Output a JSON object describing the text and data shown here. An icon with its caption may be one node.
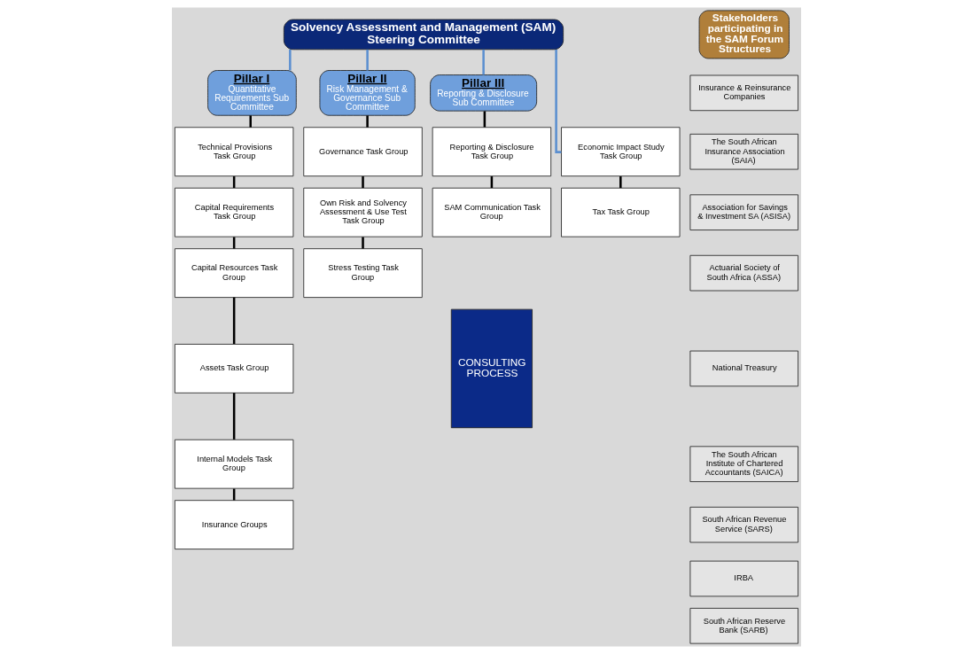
{
  "diagram": {
    "nodes": [
      {
        "text": [
          "Solvency Assessment and Management (SAM) Steering Committee"
        ]
      },
      {
        "text": [
          "Pillar I",
          "Quantitative Requirements Sub Committee"
        ]
      },
      {
        "text": [
          "Pillar II",
          "Risk Management & Governance Sub Committee"
        ]
      },
      {
        "text": [
          "Pillar III",
          "Reporting & Disclosure Sub Committee"
        ]
      },
      {
        "text": [
          "Technical Provisions Task Group"
        ]
      },
      {
        "text": [
          "Capital Requirements Task Group"
        ]
      },
      {
        "text": [
          "Capital Resources Task Group"
        ]
      },
      {
        "text": [
          "Assets Task Group"
        ]
      },
      {
        "text": [
          "Internal Models Task Group"
        ]
      },
      {
        "text": [
          "Insurance Groups"
        ]
      },
      {
        "text": [
          "Governance Task Group"
        ]
      },
      {
        "text": [
          "Own Risk and Solvency Assessment & Use Test Task Group"
        ]
      },
      {
        "text": [
          "Stress Testing Task Group"
        ]
      },
      {
        "text": [
          "Reporting & Disclosure Task Group"
        ]
      },
      {
        "text": [
          "SAM Communication Task Group"
        ]
      },
      {
        "text": [
          "Economic Impact Study Task Group"
        ]
      },
      {
        "text": [
          "Tax Task Group"
        ]
      },
      {
        "text": [
          "CONSULTING PROCESS"
        ]
      },
      {
        "text": [
          "Stakeholders participating in the SAM Forum Structures"
        ]
      },
      {
        "text": [
          "Insurance & Reinsurance Companies"
        ]
      },
      {
        "text": [
          "The South African Insurance Association (SAIA)"
        ]
      },
      {
        "text": [
          "Association for Savings & Investment SA (ASISA)"
        ]
      },
      {
        "text": [
          "Actuarial Society of South Africa (ASSA)"
        ]
      },
      {
        "text": [
          "National Treasury"
        ]
      },
      {
        "text": [
          "The South African Institute of Chartered Accountants (SAICA)"
        ]
      },
      {
        "text": [
          "South African Revenue Service (SARS)"
        ]
      },
      {
        "text": [
          "IRBA"
        ]
      },
      {
        "text": [
          "South African Reserve Bank (SARB)"
        ]
      }
    ],
    "edges": [
      {
        "from": 0,
        "to": 1,
        "arrow": "none",
        "color": "#5b8fd0"
      },
      {
        "from": 0,
        "to": 2,
        "arrow": "none",
        "color": "#5b8fd0"
      },
      {
        "from": 0,
        "to": 3,
        "arrow": "none",
        "color": "#5b8fd0"
      },
      {
        "from": 0,
        "to": 15,
        "arrow": "none",
        "color": "#5b8fd0"
      },
      {
        "from": 1,
        "to": 4,
        "arrow": "none"
      },
      {
        "from": 4,
        "to": 5,
        "arrow": "none"
      },
      {
        "from": 5,
        "to": 6,
        "arrow": "none"
      },
      {
        "from": 6,
        "to": 7,
        "arrow": "none"
      },
      {
        "from": 7,
        "to": 8,
        "arrow": "none"
      },
      {
        "from": 8,
        "to": 9,
        "arrow": "none"
      },
      {
        "from": 2,
        "to": 10,
        "arrow": "none"
      },
      {
        "from": 10,
        "to": 11,
        "arrow": "none"
      },
      {
        "from": 11,
        "to": 12,
        "arrow": "none"
      },
      {
        "from": 3,
        "to": 13,
        "arrow": "none"
      },
      {
        "from": 13,
        "to": 14,
        "arrow": "none"
      },
      {
        "from": 15,
        "to": 16,
        "arrow": "none"
      }
    ]
  }
}
